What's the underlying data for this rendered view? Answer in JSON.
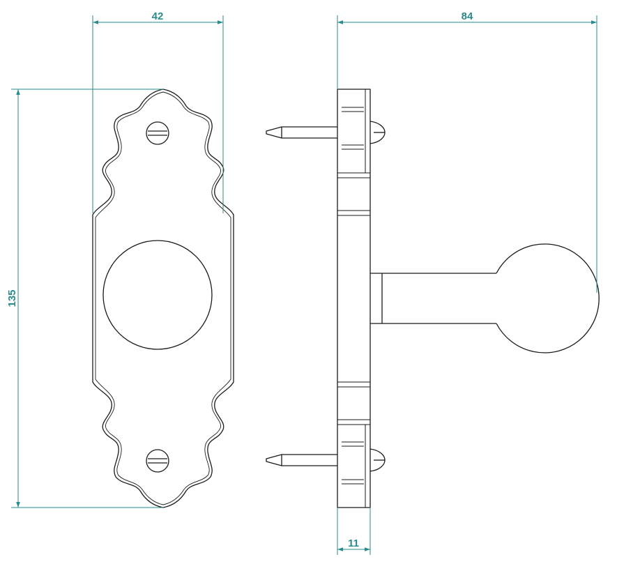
{
  "dimensions": {
    "plate_width": "42",
    "plate_height": "135",
    "total_projection": "84",
    "plate_thickness": "11"
  },
  "colors": {
    "line": "#1a1a1a",
    "dimension": "#2a8a8a",
    "background": "#ffffff"
  }
}
